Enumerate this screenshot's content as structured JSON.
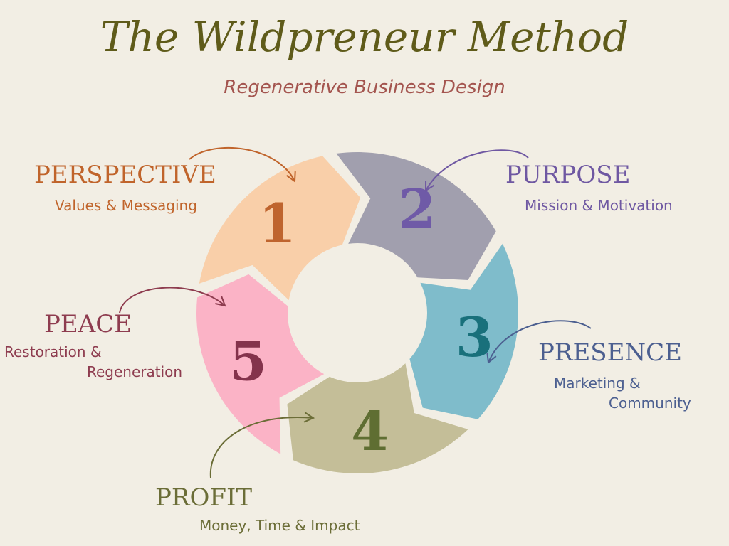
{
  "header": {
    "title": "The Wildpreneur Method",
    "subtitle": "Regenerative Business Design"
  },
  "stages": [
    {
      "number": "1",
      "name": "PERSPECTIVE",
      "desc_line1": "Values & Messaging",
      "desc_line2": "",
      "color": "#f9cfa9",
      "text_color": "#c0642b",
      "num_color": "#bf642e"
    },
    {
      "number": "2",
      "name": "PURPOSE",
      "desc_line1": "Mission & Motivation",
      "desc_line2": "",
      "color": "#a19fae",
      "text_color": "#6f58a2",
      "num_color": "#6f5aa7"
    },
    {
      "number": "3",
      "name": "PRESENCE",
      "desc_line1": "Marketing &",
      "desc_line2": "Community",
      "color": "#7fbccb",
      "text_color": "#4c5f90",
      "num_color": "#19707b"
    },
    {
      "number": "4",
      "name": "PROFIT",
      "desc_line1": "Money, Time & Impact",
      "desc_line2": "",
      "color": "#c4be98",
      "text_color": "#6b6d37",
      "num_color": "#5f6e32"
    },
    {
      "number": "5",
      "name": "PEACE",
      "desc_line1": "Restoration &",
      "desc_line2": "Regeneration",
      "color": "#fbb3c6",
      "text_color": "#8e3c4f",
      "num_color": "#84334c"
    }
  ]
}
